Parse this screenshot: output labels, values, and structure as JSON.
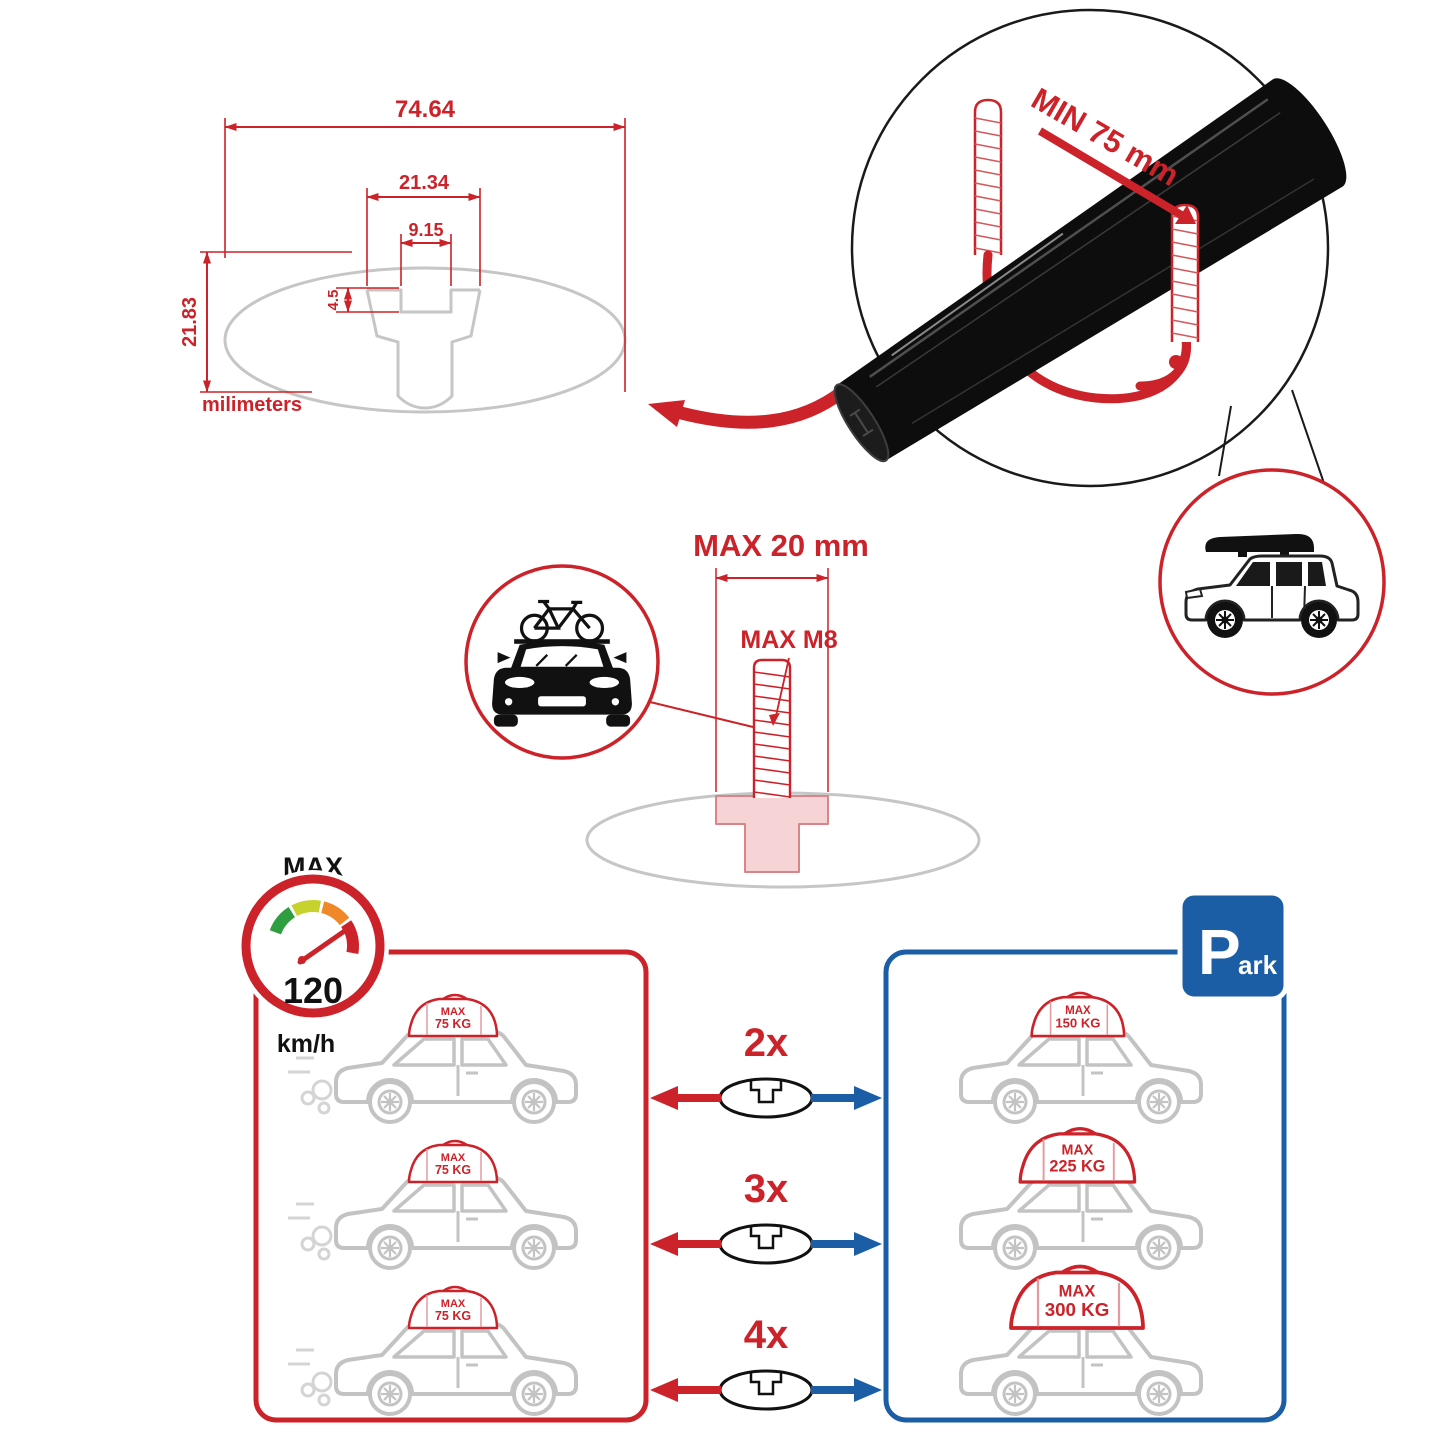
{
  "colors": {
    "accent_red": "#cc2229",
    "accent_blue": "#1b5ea6",
    "profile_gray": "#c6c6c6",
    "bar_black": "#0d0d0d"
  },
  "profile_dimensions": {
    "total_width": "74.64",
    "boss_width": "21.34",
    "slot_width": "9.15",
    "slot_depth": "4.5",
    "height": "21.83",
    "units": "milimeters"
  },
  "clamp_detail": {
    "min_rail_gap": "MIN 75 mm"
  },
  "bolt_detail": {
    "max_length": "MAX 20 mm",
    "max_thread": "MAX M8"
  },
  "speed_limit": {
    "label": "MAX",
    "value": "120",
    "units": "km/h"
  },
  "parking_sign": {
    "letter": "P",
    "suffix": "ark"
  },
  "load_rows": [
    {
      "multiplier": "2x",
      "moving": {
        "label": "MAX",
        "weight": "75 KG"
      },
      "parked": {
        "label": "MAX",
        "weight": "150 KG"
      }
    },
    {
      "multiplier": "3x",
      "moving": {
        "label": "MAX",
        "weight": "75 KG"
      },
      "parked": {
        "label": "MAX",
        "weight": "225 KG"
      }
    },
    {
      "multiplier": "4x",
      "moving": {
        "label": "MAX",
        "weight": "75 KG"
      },
      "parked": {
        "label": "MAX",
        "weight": "300 KG"
      }
    }
  ]
}
